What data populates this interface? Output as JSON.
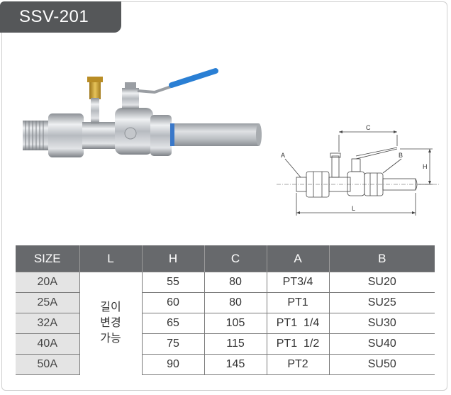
{
  "title": "SSV-201",
  "drawing_labels": {
    "A": "A",
    "B": "B",
    "C": "C",
    "H": "H",
    "L": "L"
  },
  "table": {
    "headers": [
      "SIZE",
      "L",
      "H",
      "C",
      "A",
      "B"
    ],
    "l_note": [
      "길이",
      "변경",
      "가능"
    ],
    "rows": [
      {
        "size": "20A",
        "h": "55",
        "c": "80",
        "a": "PT3/4",
        "b": "SU20"
      },
      {
        "size": "25A",
        "h": "60",
        "c": "80",
        "a": "PT1",
        "b": "SU25"
      },
      {
        "size": "32A",
        "h": "65",
        "c": "105",
        "a": "PT1  1/4",
        "b": "SU30"
      },
      {
        "size": "40A",
        "h": "75",
        "c": "115",
        "a": "PT1  1/2",
        "b": "SU40"
      },
      {
        "size": "50A",
        "h": "90",
        "c": "145",
        "a": "PT2",
        "b": "SU50"
      }
    ]
  },
  "colors": {
    "header_bg": "#67696c",
    "title_bg": "#555759",
    "handle": "#2a7fd4",
    "brass": "#c9a034"
  }
}
